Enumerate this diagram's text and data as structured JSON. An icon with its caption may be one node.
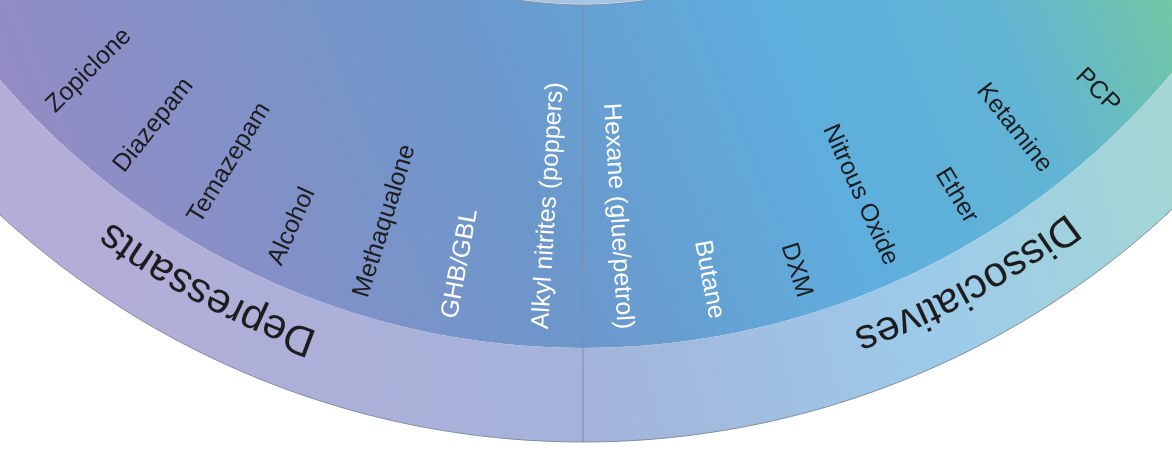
{
  "diagram": {
    "nodes": [
      {
        "text": [
          "Depressants",
          "Alkyl nitrites (poppers)",
          "GHB/GBL",
          "Methaqualone",
          "Alcohol",
          "Temazepam",
          "Diazepam",
          "Zopiclone"
        ]
      },
      {
        "text": [
          "Dissociatives",
          "Hexane (glue/petrol)",
          "Butane",
          "DXM",
          "Nitrous Oxide",
          "Ether",
          "Ketamine",
          "PCP"
        ]
      }
    ]
  }
}
